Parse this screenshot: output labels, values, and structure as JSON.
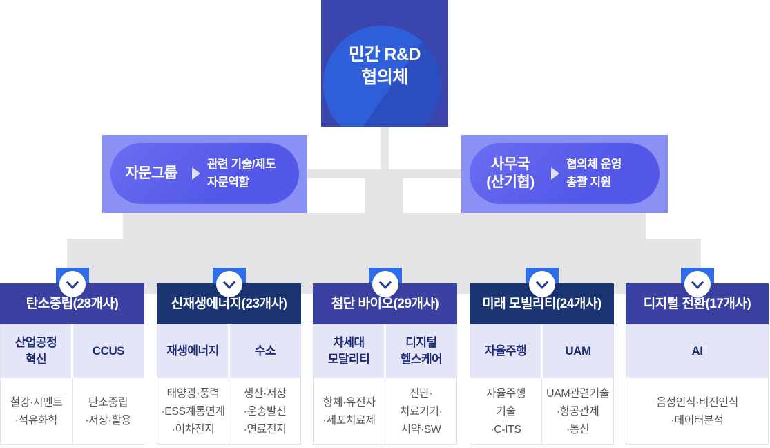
{
  "root": {
    "title": "민간 R&D\n협의체"
  },
  "advisory": {
    "label": "자문그룹",
    "role": "관련 기술/제도\n자문역할"
  },
  "secretariat": {
    "label": "사무국\n(산기협)",
    "role": "협의체 운영\n총괄 지원"
  },
  "columns": [
    {
      "header": "탄소중립(28개사)",
      "subs": [
        {
          "title": "산업공정\n혁신",
          "detail": "철강·시멘트\n·석유화학"
        },
        {
          "title": "CCUS",
          "detail": "탄소중립\n·저장·활용"
        }
      ]
    },
    {
      "header": "신재생에너지(23개사)",
      "subs": [
        {
          "title": "재생에너지",
          "detail": "태양광·풍력\n·ESS계통연계\n·이차전지"
        },
        {
          "title": "수소",
          "detail": "생산·저장\n·운송발전\n·연료전지"
        }
      ]
    },
    {
      "header": "첨단 바이오(29개사)",
      "subs": [
        {
          "title": "차세대\n모달리티",
          "detail": "항체·유전자\n·세포치료제"
        },
        {
          "title": "디지털\n헬스케어",
          "detail": "진단·\n치료기기·\n시약·SW"
        }
      ]
    },
    {
      "header": "미래 모빌리티(24개사)",
      "subs": [
        {
          "title": "자율주행",
          "detail": "자율주행\n기술\n·C-ITS"
        },
        {
          "title": "UAM",
          "detail": "UAM관련기술\n·항공관제\n·통신"
        }
      ]
    },
    {
      "header": "디지털 전환(17개사)",
      "subs": [
        {
          "title": "AI",
          "detail": "음성인식·비전인식\n·데이터분석"
        }
      ]
    }
  ],
  "colors": {
    "root_box": "#3a46ae",
    "root_circle": "#2e5ed8",
    "root_circle_shadow": "#2a4ec0",
    "side_panel_bg": "#8a90f4",
    "side_pill": "#5659e9",
    "connector_gray": "#e4e4e6",
    "expand_square_blue": "#2f6ee8",
    "chevron_navy": "#2b3f92",
    "header_indigo": "#3a41a0",
    "header_navy": "#1b3472",
    "sub_cell_bg": "#e4e6f8",
    "sub_cell_text": "#1f2c74",
    "detail_text": "#54555c"
  }
}
